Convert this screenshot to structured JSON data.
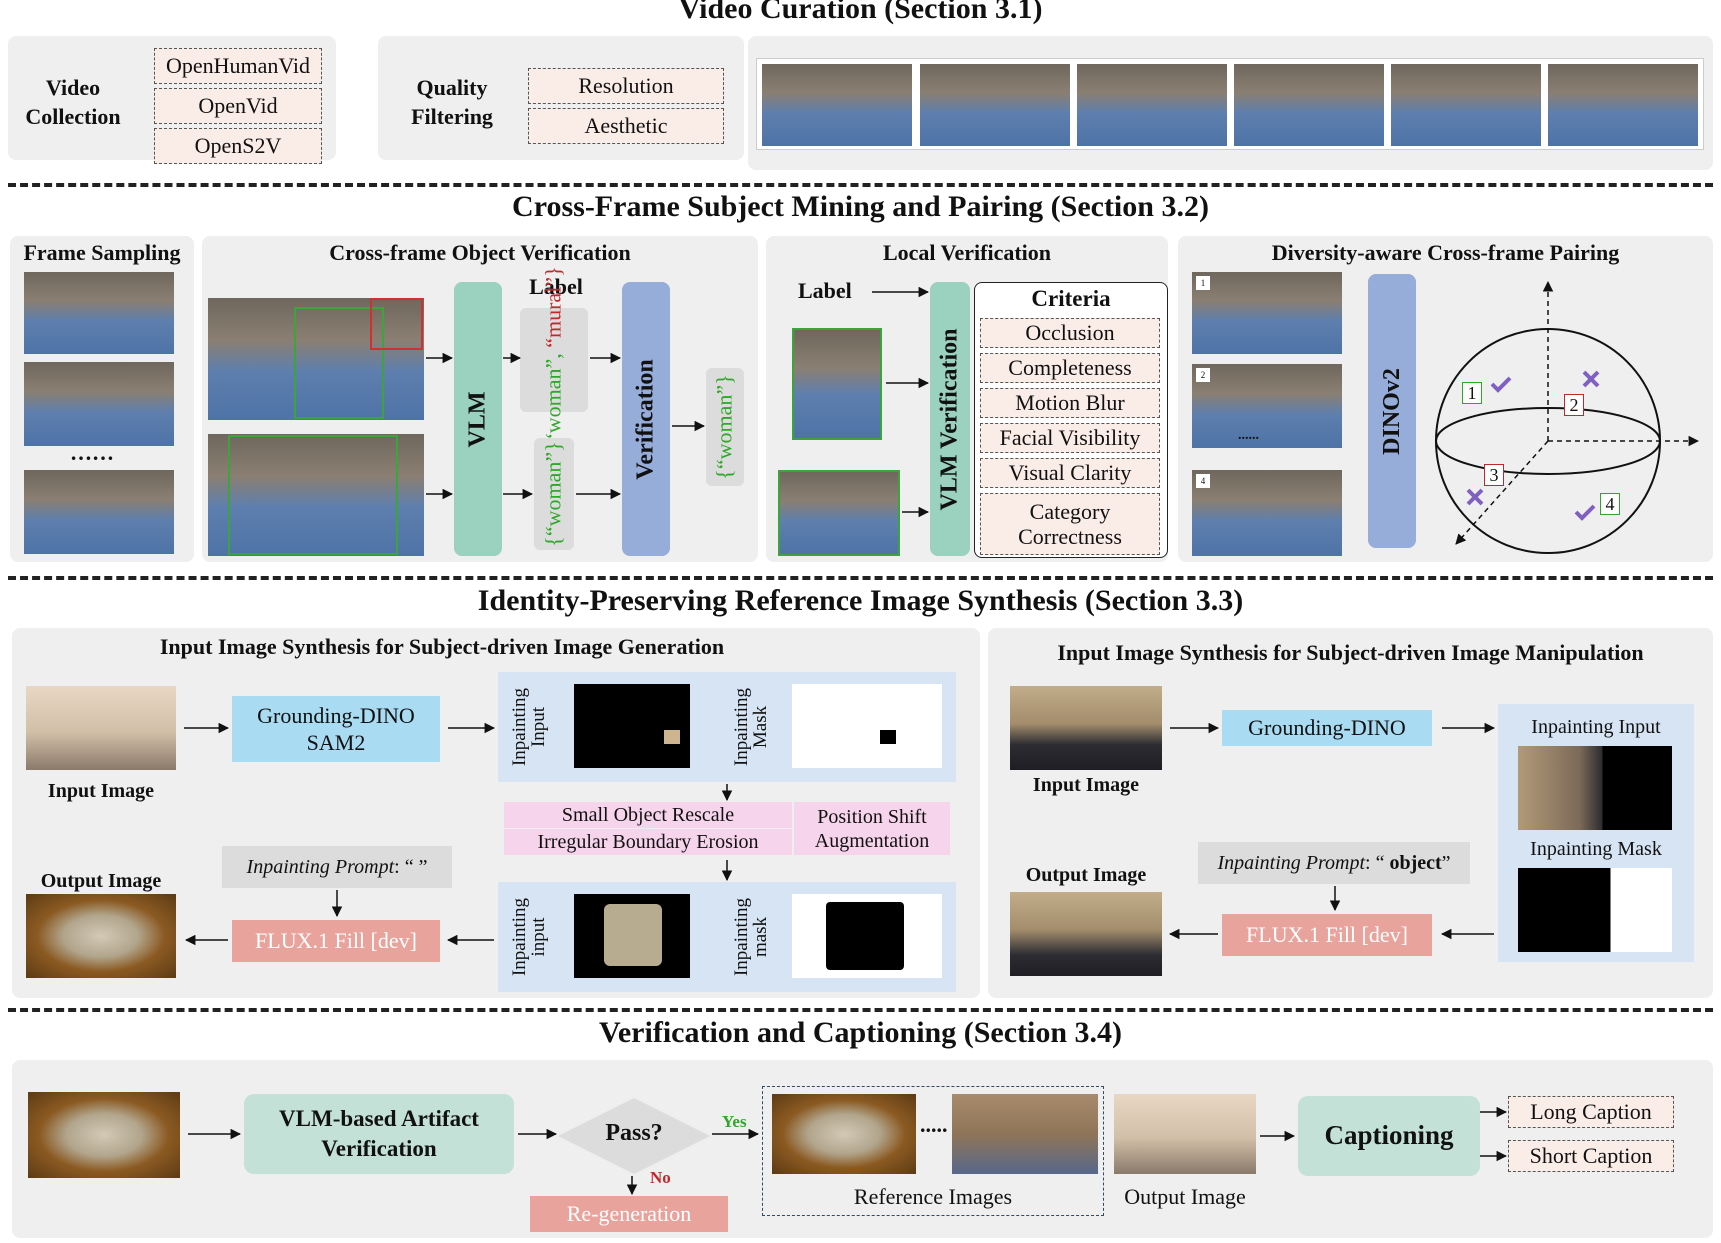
{
  "sections": {
    "s1": "Video Curation (Section 3.1)",
    "s2": "Cross-Frame Subject Mining and Pairing (Section 3.2)",
    "s3": "Identity-Preserving Reference Image Synthesis (Section 3.3)",
    "s4": "Verification and Captioning (Section 3.4)"
  },
  "curation": {
    "collection_label": "Video Collection",
    "datasets": [
      "OpenHumanVid",
      "OpenVid",
      "OpenS2V"
    ],
    "filtering_label": "Quality Filtering",
    "filters": [
      "Resolution",
      "Aesthetic"
    ]
  },
  "mining": {
    "frame_sampling": "Frame Sampling",
    "ellipsis": "……",
    "cross_verif": "Cross-frame Object Verification",
    "label": "Label",
    "vlm": "VLM",
    "tag_woman_1": "{“woman”,",
    "tag_mural": "“mural”}",
    "tag_woman_2": "{“woman”}",
    "verification": "Verification",
    "tag_result": "{“woman”}",
    "local_verif": "Local Verification",
    "local_label": "Label",
    "vlm_verification": "VLM Verification",
    "criteria_title": "Criteria",
    "criteria": [
      "Occlusion",
      "Completeness",
      "Motion Blur",
      "Facial Visibility",
      "Visual Clarity",
      "Category Correctness"
    ],
    "pairing": "Diversity-aware Cross-frame Pairing",
    "dinov2": "DINOv2",
    "frame_ids": [
      "1",
      "2",
      "4"
    ],
    "sphere_points": [
      "1",
      "2",
      "3",
      "4"
    ],
    "pair_ellipsis": "......"
  },
  "synthesis": {
    "gen_title": "Input Image Synthesis for Subject-driven Image Generation",
    "input_image": "Input Image",
    "grounding_sam": "Grounding-DINO SAM2",
    "inpainting_input": "Inpainting Input",
    "inpainting_mask": "Inpainting Mask",
    "aug1": "Small Object Rescale",
    "aug2": "Irregular Boundary Erosion",
    "aug3": "Position Shift Augmentation",
    "inpainting_input_lc": "Inpainting input",
    "inpainting_mask_lc": "Inpainting mask",
    "prompt_prefix": "Inpainting Prompt",
    "prompt_gen_value": ": “ ”",
    "flux": "FLUX.1 Fill [dev]",
    "output_image": "Output Image",
    "man_title": "Input Image Synthesis for Subject-driven Image Manipulation",
    "grounding": "Grounding-DINO",
    "prompt_man_open": ": “ ",
    "prompt_man_word": "object",
    "prompt_man_close": "”"
  },
  "captioning": {
    "artifact": "VLM-based Artifact Verification",
    "pass": "Pass?",
    "yes": "Yes",
    "no": "No",
    "regen": "Re-generation",
    "ellipsis": ".....",
    "reference_images": "Reference Images",
    "output_image": "Output Image",
    "captioning": "Captioning",
    "long_caption": "Long Caption",
    "short_caption": "Short Caption"
  },
  "colors": {
    "panel_bg": "#efefef",
    "dashed_box_fill": "#faece6",
    "vlm_green": "#9bd1bf",
    "verification_blue": "#96acd9",
    "grounding_blue": "#a9dcf3",
    "flux_salmon": "#e9a39d",
    "teal_box": "#c3e1d6",
    "aug_pink": "#f6d5ec",
    "inpaint_panel": "#d6e4f4",
    "tag_green": "#2fa72a",
    "tag_red": "#c0282c",
    "check_purple": "#8060c0",
    "yes_green": "#2fa72a",
    "no_red": "#c0282c"
  }
}
